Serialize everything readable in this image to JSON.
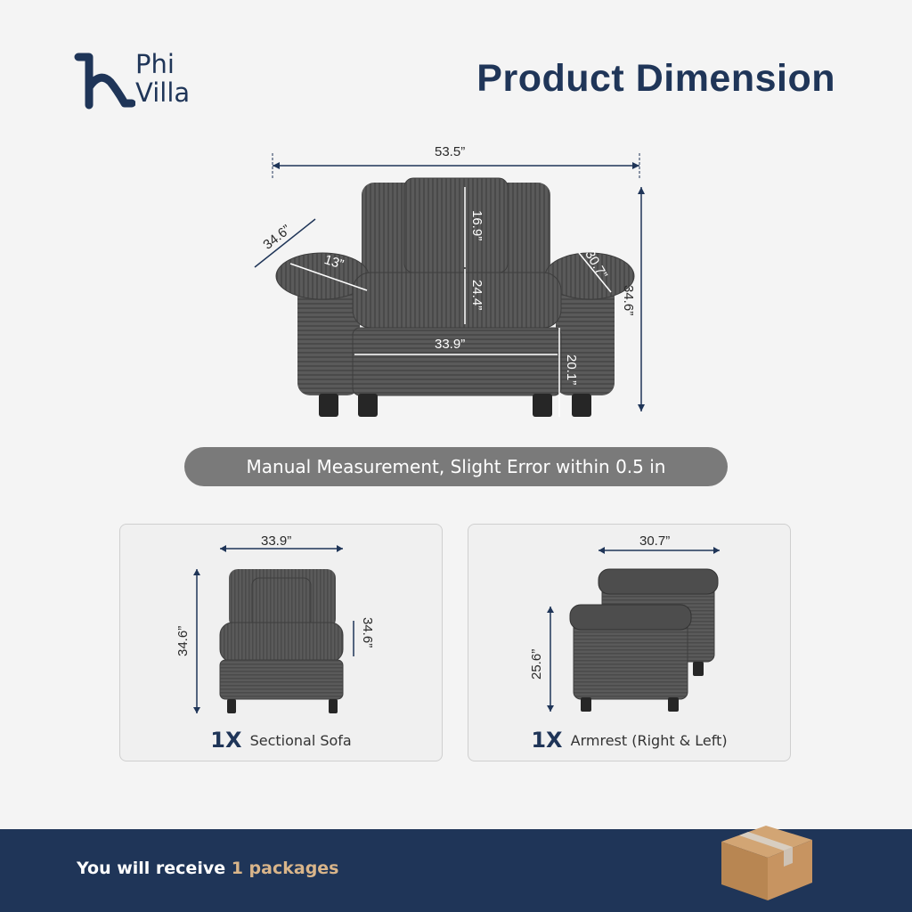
{
  "brand": {
    "line1": "Phi",
    "line2": "Villa"
  },
  "title": "Product Dimension",
  "main_dimensions": {
    "overall_width": "53.5”",
    "overall_height": "34.6”",
    "arm_depth": "34.6”",
    "arm_width": "13”",
    "arm_length": "30.7”",
    "back_height": "16.9”",
    "seat_back": "24.4”",
    "seat_width": "33.9”",
    "seat_height": "20.1”"
  },
  "notice": "Manual Measurement, Slight Error within 0.5 in",
  "components": [
    {
      "qty": "1X",
      "name": "Sectional Sofa",
      "width": "33.9”",
      "height": "34.6”",
      "depth": "34.6”"
    },
    {
      "qty": "1X",
      "name": "Armrest (Right & Left)",
      "width": "30.7”",
      "height": "25.6”"
    }
  ],
  "footer": {
    "prefix": "You will receive ",
    "highlight": "1 packages"
  },
  "colors": {
    "navy": "#1f3558",
    "fabric": "#555555",
    "accent": "#d9b58a"
  }
}
